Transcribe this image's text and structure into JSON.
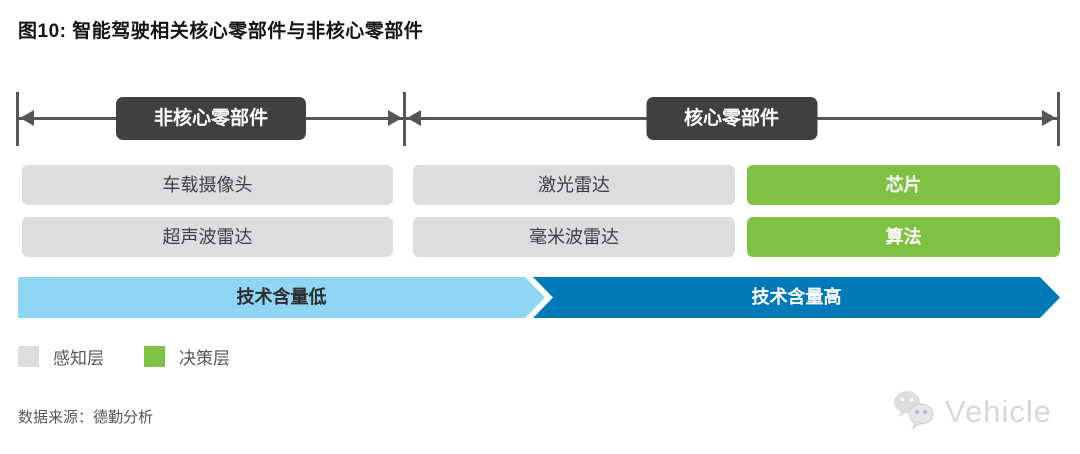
{
  "title": "图10: 智能驾驶相关核心零部件与非核心零部件",
  "axis": {
    "left_segment_label": "非核心零部件",
    "right_segment_label": "核心零部件"
  },
  "component_grid": {
    "rows": [
      {
        "cells": [
          {
            "label": "车载摄像头",
            "layer": "感知层"
          },
          {
            "label": "激光雷达",
            "layer": "感知层"
          },
          {
            "label": "芯片",
            "layer": "决策层"
          }
        ]
      },
      {
        "cells": [
          {
            "label": "超声波雷达",
            "layer": "感知层"
          },
          {
            "label": "毫米波雷达",
            "layer": "感知层"
          },
          {
            "label": "算法",
            "layer": "决策层"
          }
        ]
      }
    ]
  },
  "tech_bars": {
    "low": {
      "label": "技术含量低",
      "color": "#8fd6f5"
    },
    "high": {
      "label": "技术含量高",
      "color": "#0079b8"
    }
  },
  "legend": {
    "items": [
      {
        "label": "感知层",
        "color": "#dcddde"
      },
      {
        "label": "决策层",
        "color": "#7dc242"
      }
    ]
  },
  "source_note": "数据来源：德勤分析",
  "watermark": {
    "text": "Vehicle",
    "icon": "wechat-icon"
  },
  "colors": {
    "box_gray": "#dcddde",
    "box_green": "#7dc242",
    "segment_label_dark": "#404040",
    "arrow_gray": "#54565a",
    "bar_light_blue": "#8fd6f5",
    "bar_dark_blue": "#0079b8"
  }
}
